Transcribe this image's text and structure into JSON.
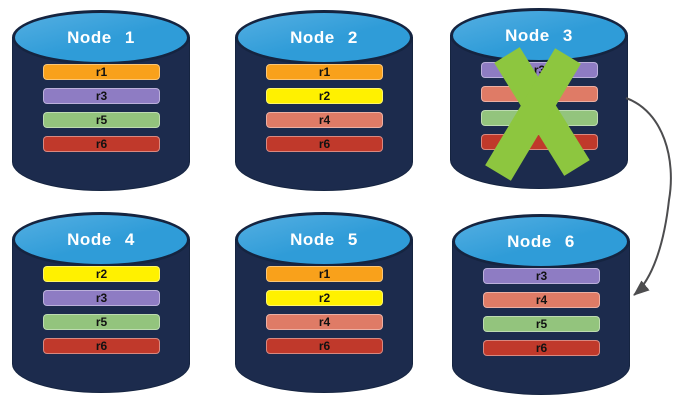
{
  "colors": {
    "cylinder-body": "#1C2B4D",
    "cylinder-top": "#2F9CD8",
    "cylinder-top-hi": "#55AFE2",
    "cylinder-outline": "#152440",
    "failure-x": "#8DC63F",
    "arrow": "#4D4D4F"
  },
  "nodes": [
    {
      "name": "Node 1",
      "replicas": [
        {
          "label": "r1",
          "color": "#F9A11B"
        },
        {
          "label": "r3",
          "color": "#8E7CC3"
        },
        {
          "label": "r5",
          "color": "#93C47D"
        },
        {
          "label": "r6",
          "color": "#C0392B"
        }
      ]
    },
    {
      "name": "Node 2",
      "replicas": [
        {
          "label": "r1",
          "color": "#F9A11B"
        },
        {
          "label": "r2",
          "color": "#FFF100"
        },
        {
          "label": "r4",
          "color": "#DF7B66"
        },
        {
          "label": "r6",
          "color": "#C0392B"
        }
      ]
    },
    {
      "name": "Node 3",
      "failed": true,
      "replicas": [
        {
          "label": "r3",
          "color": "#8E7CC3"
        },
        {
          "label": "",
          "color": "#DF7B66"
        },
        {
          "label": "",
          "color": "#93C47D"
        },
        {
          "label": "",
          "color": "#C0392B"
        }
      ]
    },
    {
      "name": "Node 4",
      "replicas": [
        {
          "label": "r2",
          "color": "#FFF100"
        },
        {
          "label": "r3",
          "color": "#8E7CC3"
        },
        {
          "label": "r5",
          "color": "#93C47D"
        },
        {
          "label": "r6",
          "color": "#C0392B"
        }
      ]
    },
    {
      "name": "Node 5",
      "replicas": [
        {
          "label": "r1",
          "color": "#F9A11B"
        },
        {
          "label": "r2",
          "color": "#FFF100"
        },
        {
          "label": "r4",
          "color": "#DF7B66"
        },
        {
          "label": "r6",
          "color": "#C0392B"
        }
      ]
    },
    {
      "name": "Node 6",
      "replicas": [
        {
          "label": "r3",
          "color": "#8E7CC3"
        },
        {
          "label": "r4",
          "color": "#DF7B66"
        },
        {
          "label": "r5",
          "color": "#93C47D"
        },
        {
          "label": "r6",
          "color": "#C0392B"
        }
      ]
    }
  ],
  "failure": {
    "node": "Node 3",
    "mark": "green-x"
  },
  "arrow": {
    "from": "Node 3",
    "to": "Node 6"
  }
}
